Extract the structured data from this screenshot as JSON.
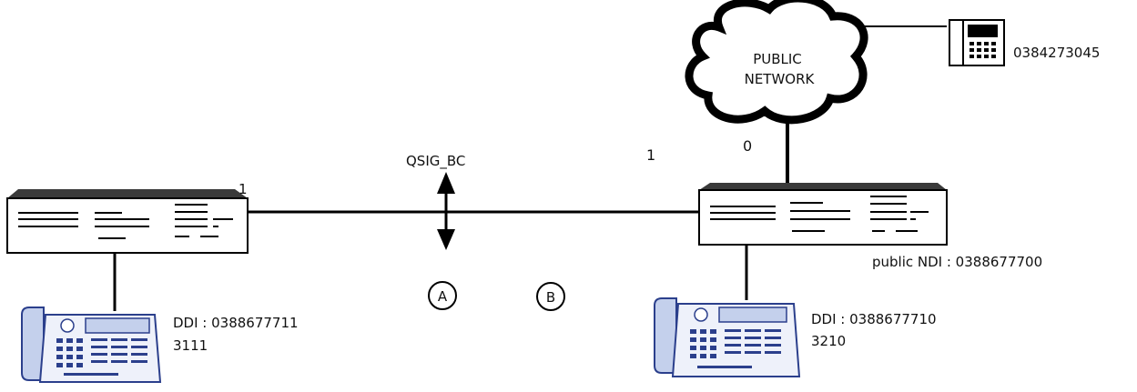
{
  "cloud": {
    "line1": "PUBLIC",
    "line2": "NETWORK"
  },
  "remote_phone": {
    "number": "0384273045"
  },
  "link": {
    "label": "QSIG_BC",
    "port_right_pbx": "1",
    "port_left_pbx": "1"
  },
  "public_port": {
    "label": "0"
  },
  "right_pbx": {
    "public_ndi": "public NDI : 0388677700"
  },
  "left_phone": {
    "ddi": "DDI : 0388677711",
    "ext": "3111"
  },
  "right_phone": {
    "ddi": "DDI : 0388677710",
    "ext": "3210"
  },
  "markers": {
    "a": "A",
    "b": "B"
  },
  "colors": {
    "line": "#000000",
    "pbx_top": "#3a3a3a",
    "phone": "#2b3f8c",
    "phone_key": "#c4d0ec"
  }
}
